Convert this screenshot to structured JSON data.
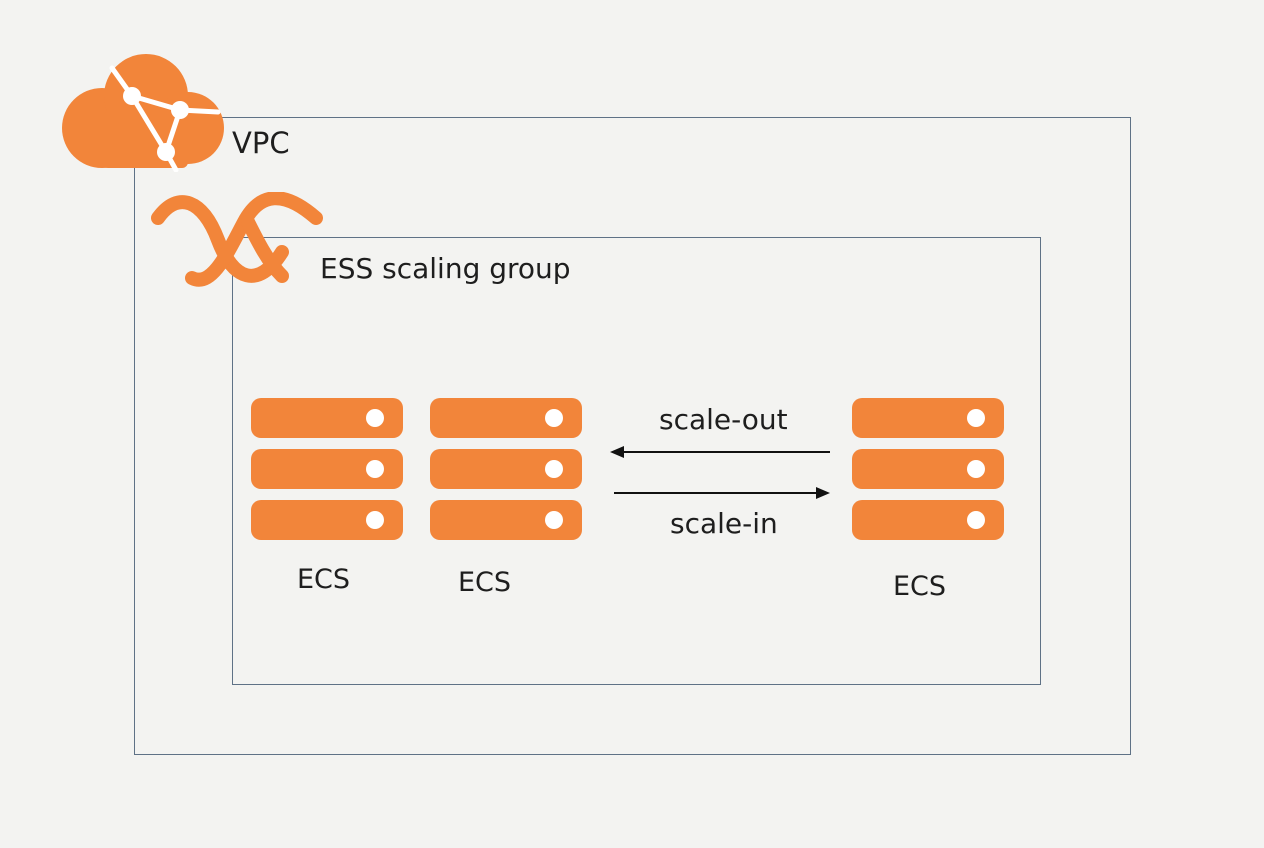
{
  "colors": {
    "accent": "#f2853a",
    "frame": "#5e7186",
    "background": "#f3f3f1",
    "text": "#1e1e1e"
  },
  "vpc": {
    "label": "VPC",
    "icon": "cloud-network-icon"
  },
  "scaling_group": {
    "label": "ESS scaling group",
    "icon": "wave-icon"
  },
  "instances": [
    {
      "label": "ECS",
      "icon": "server-rack-icon"
    },
    {
      "label": "ECS",
      "icon": "server-rack-icon"
    },
    {
      "label": "ECS",
      "icon": "server-rack-icon"
    }
  ],
  "actions": {
    "scale_out": "scale-out",
    "scale_in": "scale-in"
  }
}
